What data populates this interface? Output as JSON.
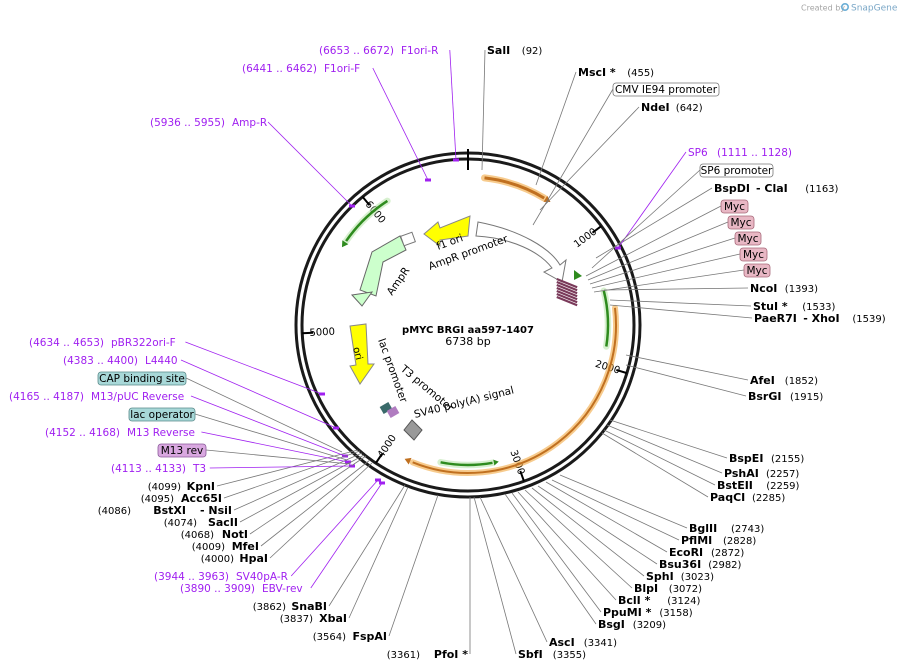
{
  "header": {
    "created_by": "Created by",
    "app_name": "SnapGene"
  },
  "map": {
    "name": "pMYC BRGI aa597-1407",
    "size_label": "6738 bp",
    "ticks": [
      "1000",
      "2000",
      "3000",
      "4000",
      "5000",
      "6000"
    ]
  },
  "enzymes": [
    {
      "name": "SalI",
      "pos": "(92)"
    },
    {
      "name": "MscI *",
      "pos": "(455)"
    },
    {
      "name": "NdeI",
      "pos": "(642)"
    },
    {
      "name": "BspDI",
      "name2": "ClaI",
      "pos": "(1163)"
    },
    {
      "name": "NcoI",
      "pos": "(1393)"
    },
    {
      "name": "StuI *",
      "pos": "(1533)"
    },
    {
      "name": "PaeR7I",
      "name2": "XhoI",
      "pos": "(1539)"
    },
    {
      "name": "AfeI",
      "pos": "(1852)"
    },
    {
      "name": "BsrGI",
      "pos": "(1915)"
    },
    {
      "name": "BspEI",
      "pos": "(2155)"
    },
    {
      "name": "PshAI",
      "pos": "(2257)"
    },
    {
      "name": "BstEII",
      "pos": "(2259)"
    },
    {
      "name": "PaqCI",
      "pos": "(2285)"
    },
    {
      "name": "BglII",
      "pos": "(2743)"
    },
    {
      "name": "PflMI",
      "pos": "(2828)"
    },
    {
      "name": "EcoRI",
      "pos": "(2872)"
    },
    {
      "name": "Bsu36I",
      "pos": "(2982)"
    },
    {
      "name": "SphI",
      "pos": "(3023)"
    },
    {
      "name": "BlpI",
      "pos": "(3072)"
    },
    {
      "name": "BclI *",
      "pos": "(3124)"
    },
    {
      "name": "PpuMI *",
      "pos": "(3158)"
    },
    {
      "name": "BsgI",
      "pos": "(3209)"
    },
    {
      "name": "AscI",
      "pos": "(3341)"
    },
    {
      "name": "SbfI",
      "pos": "(3355)"
    },
    {
      "name": "PfoI *",
      "pos": "(3361)"
    },
    {
      "name": "FspAI",
      "pos": "(3564)"
    },
    {
      "name": "XbaI",
      "pos": "(3837)"
    },
    {
      "name": "SnaBI",
      "pos": "(3862)"
    },
    {
      "name": "HpaI",
      "pos": "(4000)"
    },
    {
      "name": "MfeI",
      "pos": "(4009)"
    },
    {
      "name": "NotI",
      "pos": "(4068)"
    },
    {
      "name": "SacII",
      "pos": "(4074)"
    },
    {
      "name": "BstXI",
      "name2": "NsiI",
      "pos": "(4086)"
    },
    {
      "name": "Acc65I",
      "pos": "(4095)"
    },
    {
      "name": "KpnI",
      "pos": "(4099)"
    }
  ],
  "primers": [
    {
      "name": "F1ori-R",
      "range": "(6653 .. 6672)"
    },
    {
      "name": "F1ori-F",
      "range": "(6441 .. 6462)"
    },
    {
      "name": "Amp-R",
      "range": "(5936 .. 5955)"
    },
    {
      "name": "SP6",
      "range": "(1111 .. 1128)"
    },
    {
      "name": "pBR322ori-F",
      "range": "(4634 .. 4653)"
    },
    {
      "name": "L4440",
      "range": "(4383 .. 4400)"
    },
    {
      "name": "M13/pUC Reverse",
      "range": "(4165 .. 4187)"
    },
    {
      "name": "M13 Reverse",
      "range": "(4152 .. 4168)"
    },
    {
      "name": "T3",
      "range": "(4113 .. 4133)"
    },
    {
      "name": "SV40pA-R",
      "range": "(3944 .. 3963)"
    },
    {
      "name": "EBV-rev",
      "range": "(3890 .. 3909)"
    }
  ],
  "boxed": [
    {
      "name": "CMV IE94 promoter",
      "style": "promoter"
    },
    {
      "name": "SP6 promoter",
      "style": "promoter"
    },
    {
      "name": "Myc",
      "style": "tag"
    },
    {
      "name": "Myc",
      "style": "tag"
    },
    {
      "name": "Myc",
      "style": "tag"
    },
    {
      "name": "Myc",
      "style": "tag"
    },
    {
      "name": "Myc",
      "style": "tag"
    },
    {
      "name": "CAP binding site",
      "style": "protein_bind"
    },
    {
      "name": "lac operator",
      "style": "protein_bind"
    },
    {
      "name": "M13 rev",
      "style": "primer_bind"
    }
  ],
  "inner_labels": {
    "f1_ori": "f1 ori",
    "ampr_promoter": "AmpR promoter",
    "ampr": "AmpR",
    "ori": "ori",
    "lac_promoter": "lac promoter",
    "t3_promoter": "T3 promoter",
    "sv40": "SV40 poly(A) signal"
  },
  "colors": {
    "backbone": "#1a1a1a",
    "primer": "#a020f0",
    "orange": "#f0a030",
    "green": "#2e8b1e",
    "yellow": "#ffff00",
    "ampr_fill": "#ccffcc",
    "tag_fill": "#e8b7c4",
    "bind_fill": "#a8d8d8",
    "rev_fill": "#d9a8e0"
  }
}
